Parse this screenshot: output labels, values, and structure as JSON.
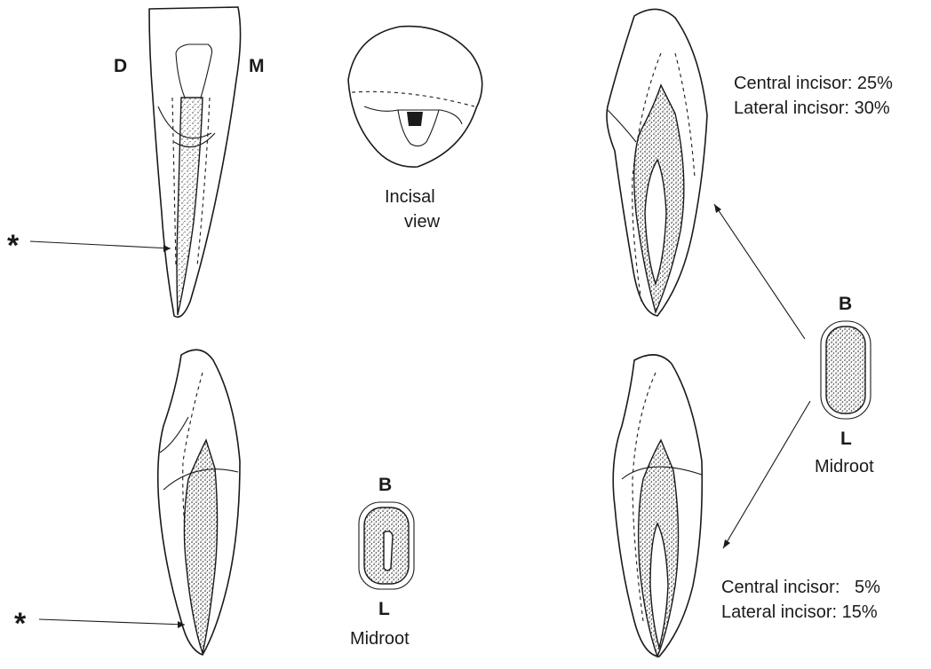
{
  "labels": {
    "distal": "D",
    "mesial": "M",
    "incisal_view_line1": "Incisal",
    "incisal_view_line2": "view",
    "asterisk_top": "*",
    "asterisk_bottom": "*",
    "midroot_right": {
      "buccal": "B",
      "lingual": "L",
      "caption": "Midroot"
    },
    "midroot_bottom": {
      "buccal": "B",
      "lingual": "L",
      "caption": "Midroot"
    },
    "stats_top": {
      "central": "Central incisor: 25%",
      "lateral": "Lateral incisor: 30%"
    },
    "stats_bottom": {
      "central": "Central incisor:   5%",
      "lateral": "Lateral incisor: 15%"
    }
  }
}
